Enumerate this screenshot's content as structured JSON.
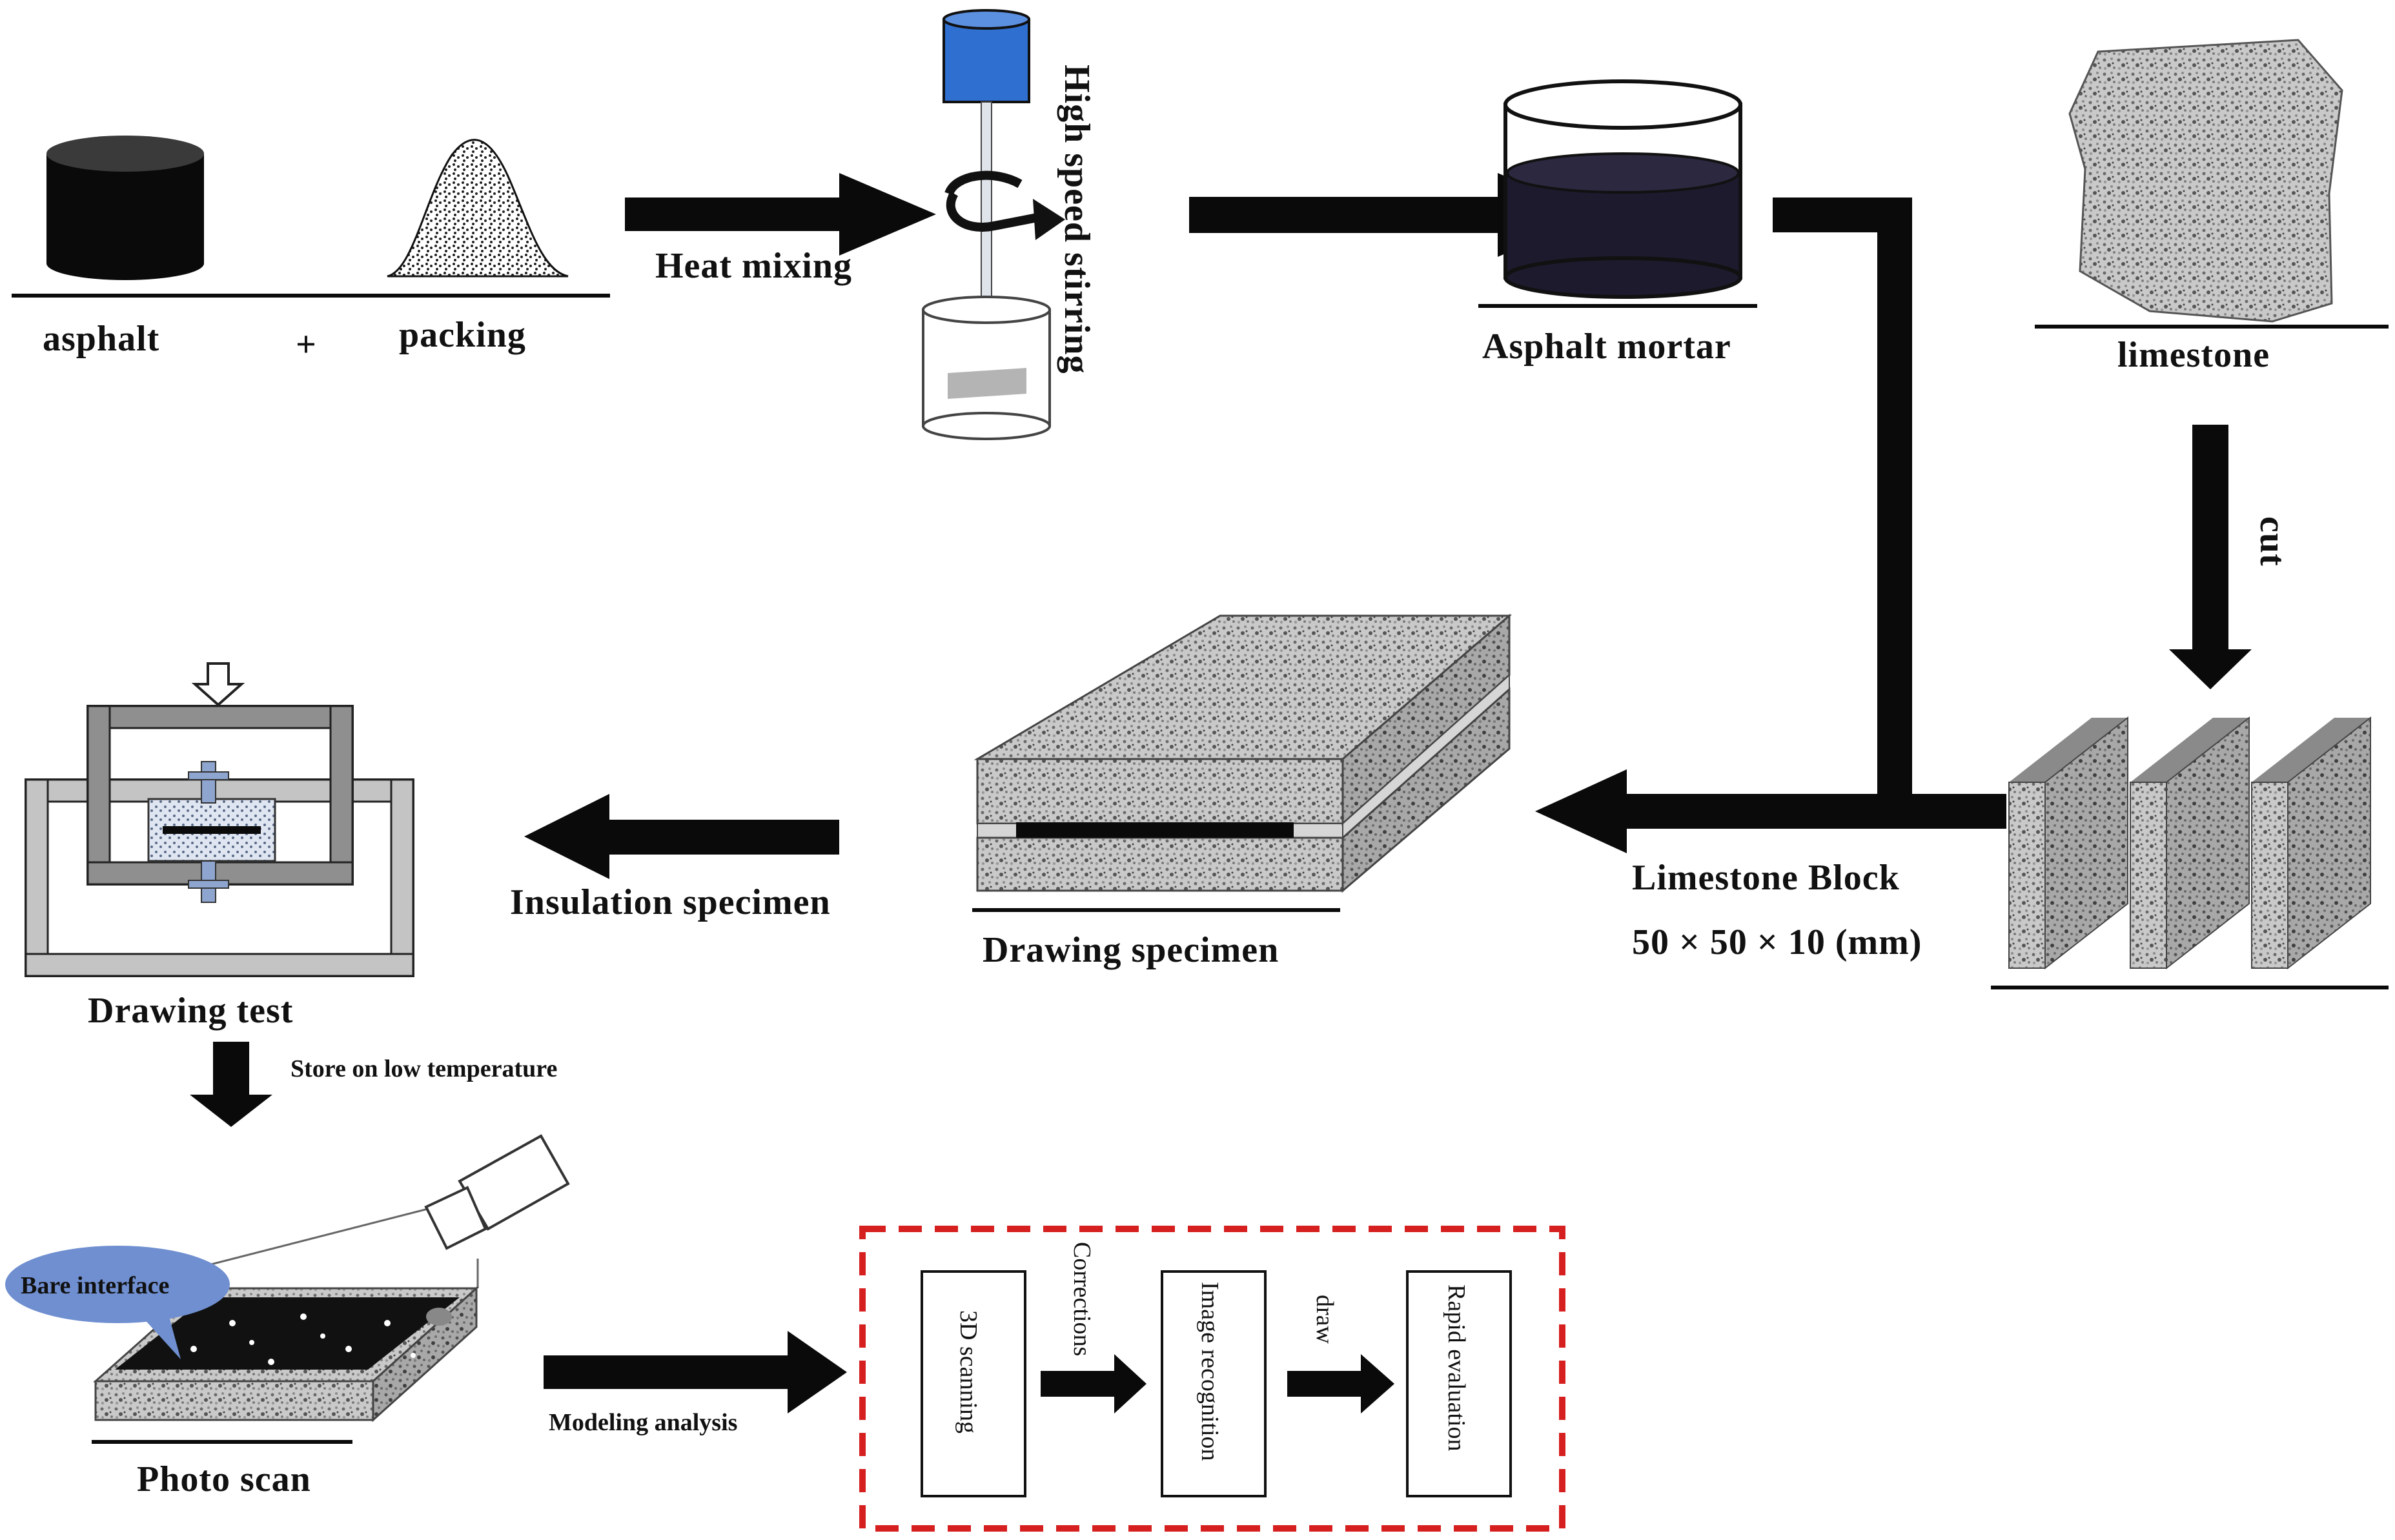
{
  "labels": {
    "asphalt": "asphalt",
    "plus": "+",
    "packing": "packing",
    "heat_mixing": "Heat mixing",
    "high_speed_stirring": "High speed stirring",
    "asphalt_mortar": "Asphalt mortar",
    "limestone": "limestone",
    "cut": "cut",
    "limestone_block": "Limestone Block",
    "block_size": "50 × 50 × 10 (mm)",
    "drawing_specimen": "Drawing specimen",
    "insulation_specimen": "Insulation specimen",
    "drawing_test": "Drawing test",
    "store_low_temp": "Store on low temperature",
    "bare_interface": "Bare interface",
    "photo_scan": "Photo scan",
    "modeling_analysis": "Modeling analysis",
    "scanning_3d": "3D scanning",
    "corrections": "Corrections",
    "image_recognition": "Image recognition",
    "draw": "draw",
    "rapid_evaluation": "Rapid evaluation"
  },
  "colors": {
    "ink": "#0a0a0a",
    "stirrer_cap": "#2f6fd0",
    "mortar": "#1d1a2e",
    "stone": "#b8b8b8",
    "frame_gray": "#8f8f8f",
    "dashed_box": "#d62020",
    "bubble": "#6f8fd0"
  }
}
